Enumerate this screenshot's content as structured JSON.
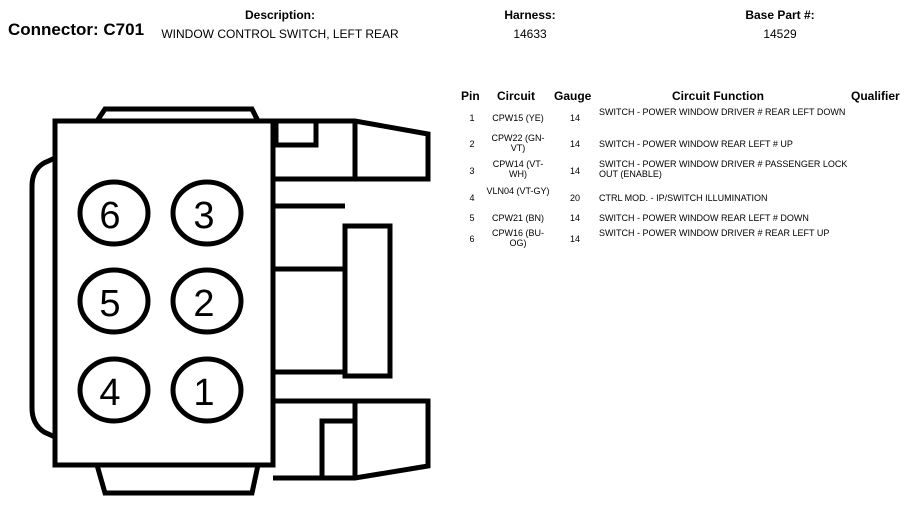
{
  "connector": {
    "title": "Connector: C701",
    "description_label": "Description:",
    "description": "WINDOW CONTROL SWITCH, LEFT REAR",
    "harness_label": "Harness:",
    "harness": "14633",
    "base_part_label": "Base Part #:",
    "base_part": "14529"
  },
  "pin_labels": [
    "6",
    "3",
    "5",
    "2",
    "4",
    "1"
  ],
  "table": {
    "headers": {
      "pin": "Pin",
      "circuit": "Circuit",
      "gauge": "Gauge",
      "function": "Circuit Function",
      "qualifier": "Qualifier"
    },
    "rows": [
      {
        "pin": "1",
        "circuit": "CPW15 (YE)",
        "gauge": "14",
        "function": "SWITCH - POWER WINDOW DRIVER # REAR LEFT DOWN",
        "qualifier": ""
      },
      {
        "pin": "2",
        "circuit": "CPW22 (GN-VT)",
        "gauge": "14",
        "function": "SWITCH - POWER WINDOW REAR LEFT # UP",
        "qualifier": ""
      },
      {
        "pin": "3",
        "circuit": "CPW14 (VT-WH)",
        "gauge": "14",
        "function": "SWITCH - POWER WINDOW DRIVER # PASSENGER LOCK OUT (ENABLE)",
        "qualifier": ""
      },
      {
        "pin": "4",
        "circuit": "VLN04 (VT-GY)",
        "gauge": "20",
        "function": "CTRL MOD. - IP/SWITCH ILLUMINATION",
        "qualifier": ""
      },
      {
        "pin": "5",
        "circuit": "CPW21 (BN)",
        "gauge": "14",
        "function": "SWITCH - POWER WINDOW REAR LEFT # DOWN",
        "qualifier": ""
      },
      {
        "pin": "6",
        "circuit": "CPW16 (BU-OG)",
        "gauge": "14",
        "function": "SWITCH - POWER WINDOW DRIVER # REAR LEFT UP",
        "qualifier": ""
      }
    ]
  }
}
